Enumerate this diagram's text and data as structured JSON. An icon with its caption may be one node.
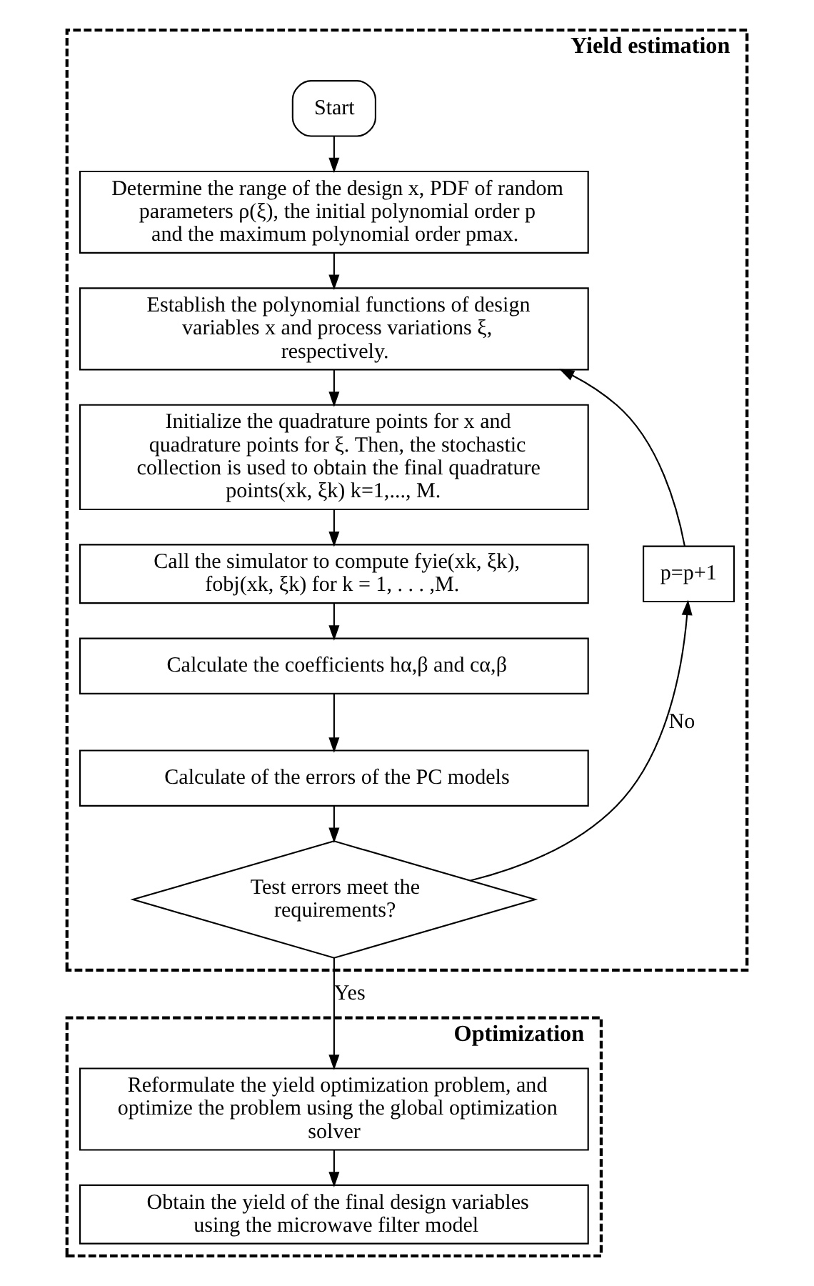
{
  "diagram": {
    "nodes": [
      {
        "text": [
          "Yield estimation"
        ]
      },
      {
        "text": [
          "Start"
        ],
        "in": 0
      },
      {
        "text": [
          "Determine the range of the design x, PDF of random parameters ρ(ξ), the initial polynomial order p and the maximum polynomial order pmax."
        ],
        "in": 0
      },
      {
        "text": [
          "Establish the polynomial functions of design variables x and process variations ξ, respectively."
        ],
        "in": 0
      },
      {
        "text": [
          "Initialize the quadrature points for x and quadrature points for ξ. Then, the stochastic collection is used to obtain the final quadrature points(xk, ξk) k=1,..., M."
        ],
        "in": 0
      },
      {
        "text": [
          "Call the simulator to compute fyie(xk, ξk), fobj(xk, ξk) for k = 1, . . . ,M."
        ],
        "in": 0
      },
      {
        "text": [
          "Calculate the coefficients hα,β and cα,β"
        ],
        "in": 0
      },
      {
        "text": [
          "Calculate of the errors of the PC models"
        ],
        "in": 0
      },
      {
        "text": [
          "Test errors meet the requirements?"
        ],
        "in": 0
      },
      {
        "text": [
          "p=p+1"
        ],
        "in": 0
      },
      {
        "text": [
          "Optimization"
        ]
      },
      {
        "text": [
          "Reformulate the yield optimization problem, and optimize the problem using the global optimization solver"
        ],
        "in": 10
      },
      {
        "text": [
          "Obtain the yield of the final design variables using the microwave filter model"
        ],
        "in": 10
      }
    ],
    "edges": [
      {
        "from": 1,
        "to": 2,
        "arrow": "to"
      },
      {
        "from": 2,
        "to": 3,
        "arrow": "to"
      },
      {
        "from": 3,
        "to": 4,
        "arrow": "to"
      },
      {
        "from": 4,
        "to": 5,
        "arrow": "to"
      },
      {
        "from": 5,
        "to": 6,
        "arrow": "to"
      },
      {
        "from": 6,
        "to": 7,
        "arrow": "to"
      },
      {
        "from": 7,
        "to": 8,
        "arrow": "to"
      },
      {
        "from": 8,
        "to": 9,
        "arrow": "to",
        "label": "No"
      },
      {
        "from": 9,
        "to": 3,
        "arrow": "to"
      },
      {
        "from": 8,
        "to": 11,
        "arrow": "to",
        "label": "Yes"
      },
      {
        "from": 11,
        "to": 12,
        "arrow": "to"
      }
    ]
  }
}
